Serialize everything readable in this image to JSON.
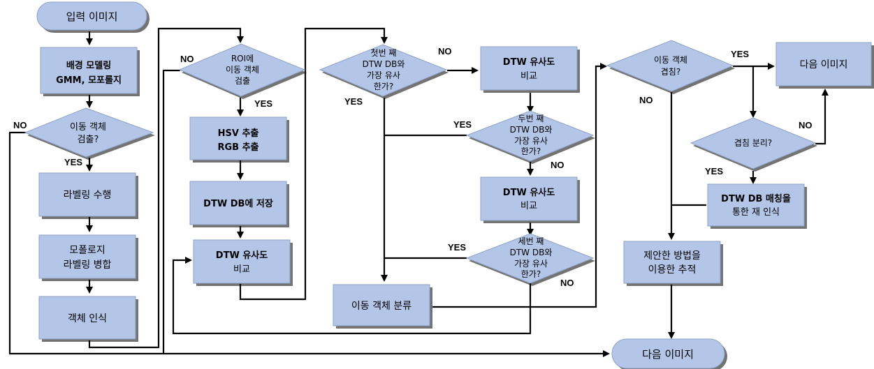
{
  "nodes": {
    "start": [
      "입력 이미지"
    ],
    "bg_model": [
      "배경 모델링",
      "GMM, 모포롤지"
    ],
    "detect1": [
      "이동 객체",
      "검출?"
    ],
    "labeling": [
      "라벨링 수행"
    ],
    "morph_merge": [
      "모폴로지",
      "라벨링 병합"
    ],
    "recog": [
      "객체 인식"
    ],
    "roi_detect": [
      "ROI에",
      "이동 객체",
      "검출"
    ],
    "hsv": [
      "HSV 추출",
      "RGB 추출"
    ],
    "dtw_save": [
      "DTW DB에 저장"
    ],
    "dtw_cmp_a": [
      "DTW 유사도",
      "비교"
    ],
    "q_first": [
      "첫번 째",
      "DTW DB와",
      "가장 유사",
      "한가?"
    ],
    "dtw_cmp_b": [
      "DTW 유사도",
      "비교"
    ],
    "q_second": [
      "두번 째",
      "DTW DB와",
      "가장 유사",
      "한가?"
    ],
    "dtw_cmp_c": [
      "DTW 유사도",
      "비교"
    ],
    "q_third": [
      "세번 째",
      "DTW DB와",
      "가장 유사",
      "한가?"
    ],
    "classify": [
      "이동 객체 분류"
    ],
    "overlap": [
      "이동 객체",
      "겹침?"
    ],
    "next_img_top": [
      "다음 이미지"
    ],
    "overlap_split": [
      "겹침 분리?"
    ],
    "rematch": [
      "DTW DB 매칭을",
      "통한 재 인식"
    ],
    "track": [
      "제안한 방법을",
      "이용한 추적"
    ],
    "end": [
      "다음 이미지"
    ]
  },
  "edge_labels": {
    "no_detect1": "NO",
    "yes_detect1": "YES",
    "no_roi": "NO",
    "yes_roi": "YES",
    "no_first": "NO",
    "yes_first": "YES",
    "yes_second": "YES",
    "no_second": "NO",
    "yes_third": "YES",
    "no_third": "NO",
    "yes_overlap": "YES",
    "no_overlap": "NO",
    "no_split": "NO",
    "yes_split": "YES"
  }
}
